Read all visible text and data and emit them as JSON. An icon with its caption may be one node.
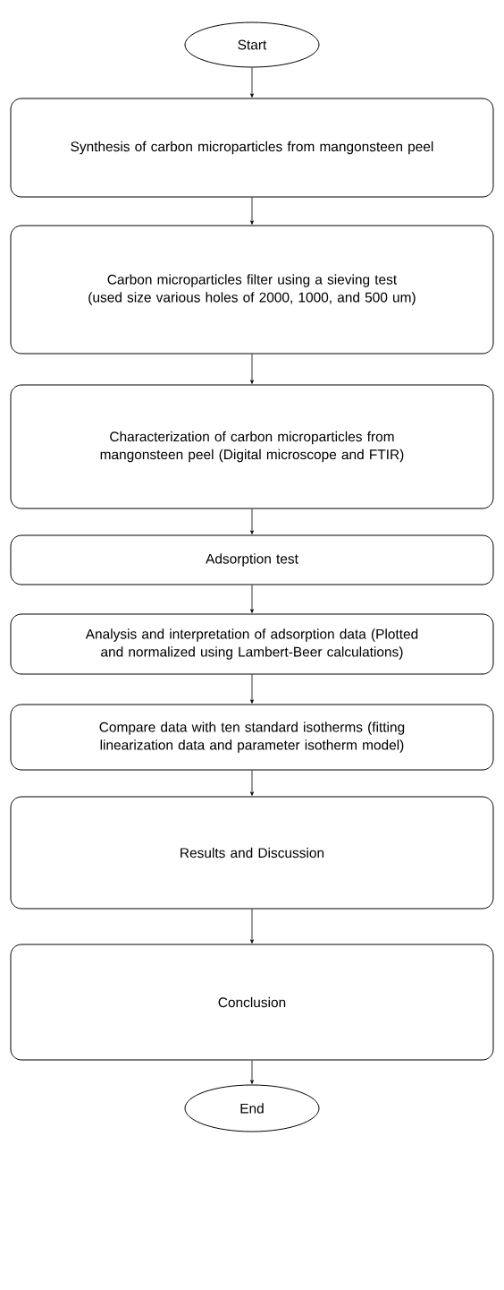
{
  "diagram": {
    "nodes": [
      {
        "text": [
          "Start"
        ]
      },
      {
        "text": [
          "Synthesis of carbon microparticles from mangonsteen peel"
        ]
      },
      {
        "text": [
          "Carbon microparticles filter using a sieving test (used size various holes of 2000, 1000, and 500 um)"
        ]
      },
      {
        "text": [
          "Characterization of carbon microparticles from mangonsteen peel (Digital microscope and FTIR)"
        ]
      },
      {
        "text": [
          "Adsorption test"
        ]
      },
      {
        "text": [
          "Analysis and interpretation of adsorption data (Plotted and normalized using Lambert-Beer calculations)"
        ]
      },
      {
        "text": [
          "Compare data with ten standard isotherms (fitting linearization data and parameter isotherm model)"
        ]
      },
      {
        "text": [
          "Results and Discussion"
        ]
      },
      {
        "text": [
          "Conclusion"
        ]
      },
      {
        "text": [
          "End"
        ]
      }
    ],
    "edges": [
      {
        "from": 0,
        "to": 1,
        "arrow": "to"
      },
      {
        "from": 1,
        "to": 2,
        "arrow": "to"
      },
      {
        "from": 2,
        "to": 3,
        "arrow": "to"
      },
      {
        "from": 3,
        "to": 4,
        "arrow": "to"
      },
      {
        "from": 4,
        "to": 5,
        "arrow": "to"
      },
      {
        "from": 5,
        "to": 6,
        "arrow": "to"
      },
      {
        "from": 6,
        "to": 7,
        "arrow": "to"
      },
      {
        "from": 7,
        "to": 8,
        "arrow": "to"
      },
      {
        "from": 8,
        "to": 9,
        "arrow": "to"
      }
    ]
  }
}
